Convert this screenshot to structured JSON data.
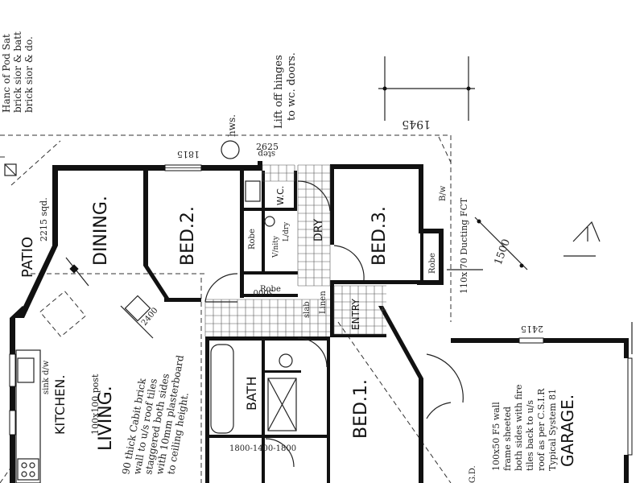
{
  "notes": {
    "top_left_1": "Hanc of Pod Sat",
    "top_left_2": "brick sior & batt",
    "top_left_3": "brick sior & do.",
    "lift_off_1": "Lift off hinges",
    "lift_off_2": "to wc. doors.",
    "hws": "hws.",
    "kitchen_note_1": "90 thick Cabit brick",
    "kitchen_note_2": "wall to u/s roof tiles",
    "kitchen_note_3": "staggered both sides",
    "kitchen_note_4": "with 10mm plasterboard",
    "kitchen_note_5": "to ceiling height.",
    "garage_note_1": "100x50 F5 wall",
    "garage_note_2": "frame sheeted",
    "garage_note_3": "both sides with fire",
    "garage_note_4": "tiles back to u/s",
    "garage_note_5": "roof as per C.S.I.R",
    "garage_note_6": "Typical System 81",
    "ducting": "110x 70 Ducting FCT",
    "post": "100x100 post",
    "sink": "sink d/w",
    "slab": "slab",
    "step": "step"
  },
  "rooms": {
    "dining": "DINING.",
    "bed2": "BED.2.",
    "bed3": "BED.3.",
    "bed1": "BED.1.",
    "living": "LIVING.",
    "kitchen": "KITCHEN.",
    "bath": "BATH",
    "garage": "GARAGE.",
    "patio": "PATIO",
    "entry": "ENTRY",
    "dry": "DRY",
    "wc": "W.C.",
    "robe_a": "Robe",
    "robe_b": "Robe",
    "robe_c": "Robe",
    "linen": "Linen",
    "ldry": "L/dry",
    "vanity": "V/nity",
    "bw": "B/w",
    "gd": "G.D."
  },
  "dims": {
    "d1945": "1945",
    "d1815": "1815",
    "d2625": "2625",
    "d2215": "2215 sqd.",
    "d1500": "1500",
    "d2415": "2415",
    "d3000": "3000",
    "d2400": "2400",
    "bath_dim": "1800-1400-1800"
  }
}
